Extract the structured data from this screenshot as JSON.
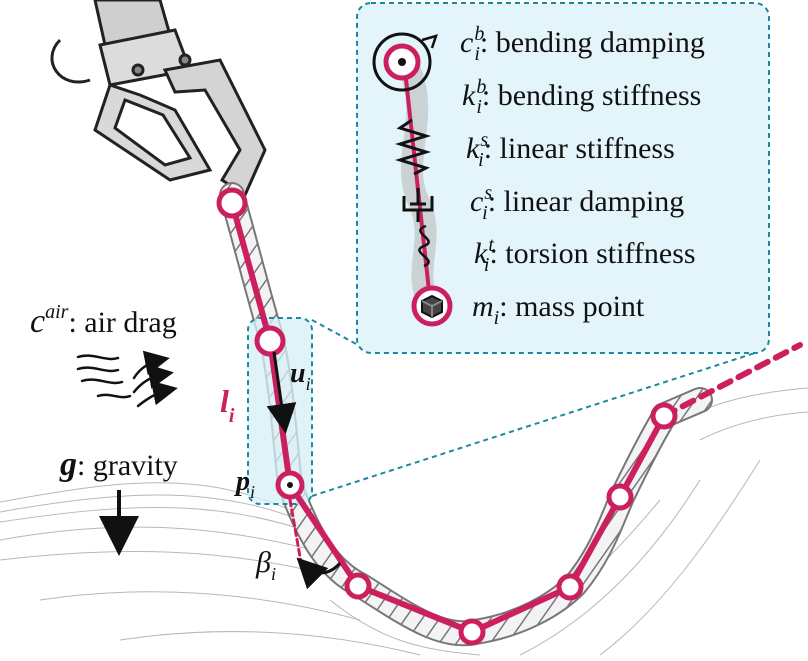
{
  "labels": {
    "bending_damping": {
      "sym": "c",
      "sub": "i",
      "sup": "b",
      "text": ": bending damping"
    },
    "bending_stiffness": {
      "sym": "k",
      "sub": "i",
      "sup": "b",
      "text": ": bending stiffness"
    },
    "linear_stiffness": {
      "sym": "k",
      "sub": "i",
      "sup": "s",
      "text": ": linear stiffness"
    },
    "linear_damping": {
      "sym": "c",
      "sub": "i",
      "sup": "s",
      "text": ": linear damping"
    },
    "torsion_stiffness": {
      "sym": "k",
      "sub": "i",
      "sup": "t",
      "text": ": torsion stiffness"
    },
    "mass_point": {
      "sym": "m",
      "sub": "i",
      "text": ": mass point"
    },
    "air_drag": {
      "sym": "c",
      "sup": "air",
      "text": ": air drag"
    },
    "gravity": {
      "sym": "g",
      "text": ": gravity"
    },
    "segment_length": {
      "sym": "l",
      "sub": "i"
    },
    "direction": {
      "sym": "u",
      "sub": "i"
    },
    "position": {
      "sym": "p",
      "sub": "i"
    },
    "twist": {
      "sym": "β",
      "sub": "i"
    }
  },
  "colors": {
    "rope_links": "#cc1f5f",
    "callout_fill": "#e3f5fb",
    "callout_border": "#1a8aa0",
    "rope": "#8a8a8a",
    "ink": "#111111"
  },
  "icons": [
    "robot-gripper-icon",
    "rope-icon",
    "spring-icon",
    "damper-icon",
    "air-flow-icon",
    "gravity-arrow-icon",
    "mass-cube-icon",
    "rotation-arrow-icon"
  ]
}
